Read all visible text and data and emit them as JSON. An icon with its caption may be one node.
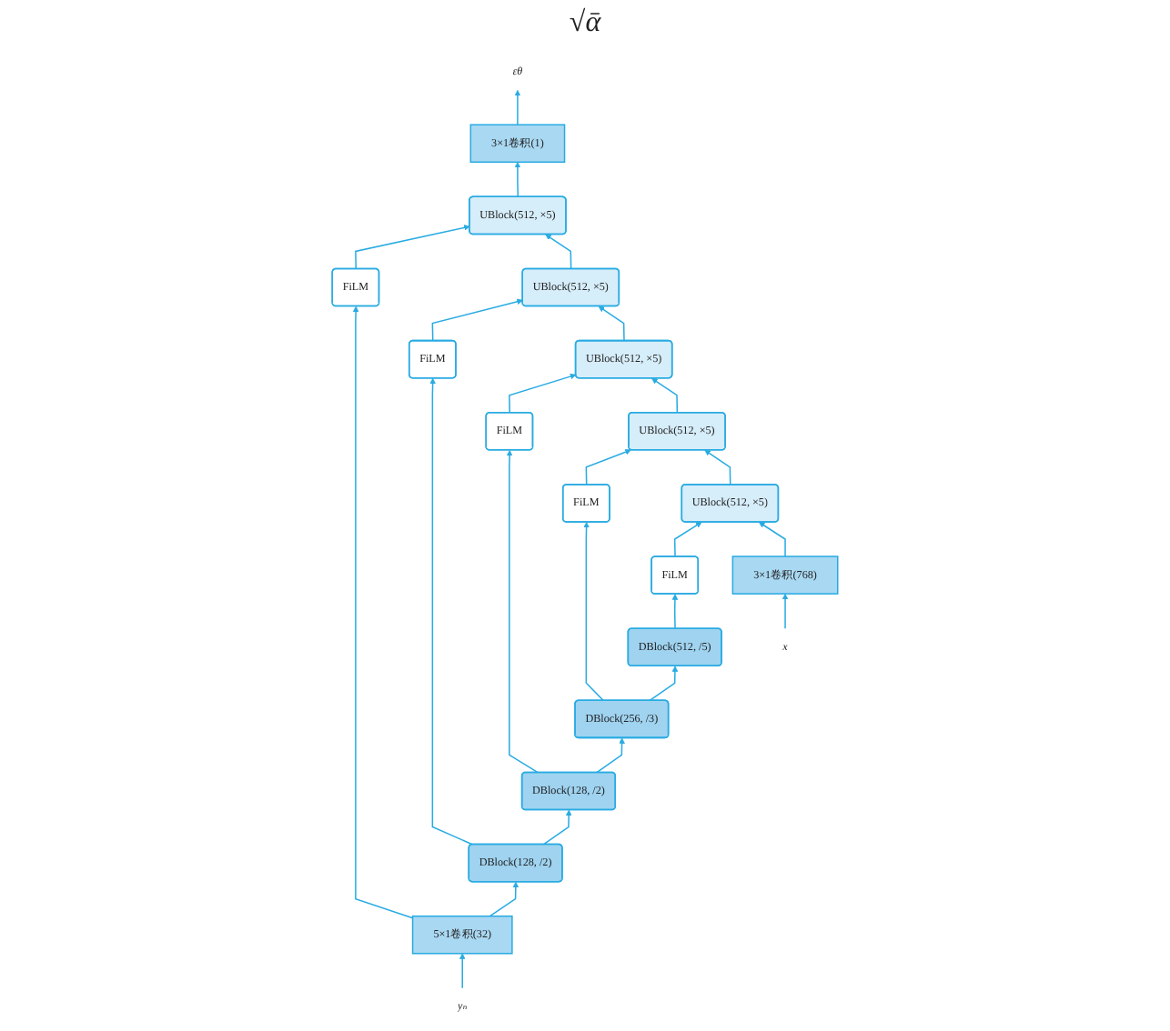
{
  "diagram": {
    "nodes": [
      {
        "text": [
          "εθ"
        ]
      },
      {
        "text": [
          "3×1卷积(1)"
        ]
      },
      {
        "text": [
          "UBlock(512, ×5)"
        ]
      },
      {
        "text": [
          "FiLM"
        ]
      },
      {
        "text": [
          "yₙ"
        ]
      },
      {
        "text": [
          "5×1卷积(32)"
        ]
      },
      {
        "text": [
          "UBlock(512, ×5)"
        ]
      },
      {
        "text": [
          "FiLM"
        ]
      },
      {
        "text": [
          "DBlock(128, /2)"
        ]
      },
      {
        "text": [
          "UBlock(512, ×5)"
        ]
      },
      {
        "text": [
          "FiLM"
        ]
      },
      {
        "text": [
          "DBlock(128, /2)"
        ]
      },
      {
        "text": [
          "UBlock(512, ×5)"
        ]
      },
      {
        "text": [
          "FiLM"
        ]
      },
      {
        "text": [
          "DBlock(256, /3)"
        ]
      },
      {
        "text": [
          "UBlock(512, ×5)"
        ]
      },
      {
        "text": [
          "FiLM"
        ]
      },
      {
        "text": [
          "DBlock(512, /5)"
        ]
      },
      {
        "text": [
          "3×1卷积(768)"
        ]
      },
      {
        "text": [
          "x"
        ]
      }
    ],
    "edges": [
      {
        "from": 1,
        "to": 0,
        "arrow": "to"
      },
      {
        "from": 2,
        "to": 1,
        "arrow": "to"
      },
      {
        "from": 3,
        "to": 2,
        "arrow": "to"
      },
      {
        "from": 5,
        "to": 3,
        "arrow": "to"
      },
      {
        "from": 4,
        "to": 5,
        "arrow": "to"
      },
      {
        "from": 6,
        "to": 2,
        "arrow": "to"
      },
      {
        "from": 7,
        "to": 6,
        "arrow": "to"
      },
      {
        "from": 8,
        "to": 7,
        "arrow": "to"
      },
      {
        "from": 5,
        "to": 8,
        "arrow": "to"
      },
      {
        "from": 9,
        "to": 6,
        "arrow": "to"
      },
      {
        "from": 10,
        "to": 9,
        "arrow": "to"
      },
      {
        "from": 11,
        "to": 10,
        "arrow": "to"
      },
      {
        "from": 8,
        "to": 11,
        "arrow": "to"
      },
      {
        "from": 12,
        "to": 9,
        "arrow": "to"
      },
      {
        "from": 13,
        "to": 12,
        "arrow": "to"
      },
      {
        "from": 14,
        "to": 13,
        "arrow": "to"
      },
      {
        "from": 11,
        "to": 14,
        "arrow": "to"
      },
      {
        "from": 15,
        "to": 12,
        "arrow": "to"
      },
      {
        "from": 16,
        "to": 15,
        "arrow": "to"
      },
      {
        "from": 17,
        "to": 16,
        "arrow": "to"
      },
      {
        "from": 14,
        "to": 17,
        "arrow": "to"
      },
      {
        "from": 18,
        "to": 15,
        "arrow": "to"
      },
      {
        "from": 19,
        "to": 18,
        "arrow": "to"
      }
    ],
    "labels": [
      "√ᾱ"
    ]
  }
}
